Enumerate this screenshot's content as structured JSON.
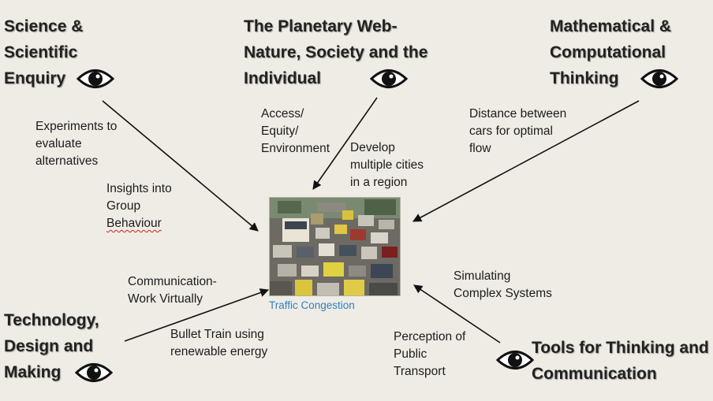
{
  "centre": {
    "caption": "Traffic Congestion"
  },
  "disciplines": {
    "science": {
      "lines": [
        "Science &",
        "Scientific",
        "Enquiry"
      ]
    },
    "planetary": {
      "lines": [
        "The Planetary Web-",
        "Nature, Society and the",
        "Individual"
      ]
    },
    "maths": {
      "lines": [
        "Mathematical &",
        "Computational",
        "Thinking"
      ]
    },
    "technology": {
      "lines": [
        "Technology,",
        "Design and",
        "Making"
      ]
    },
    "tools": {
      "lines": [
        "Tools for Thinking and",
        "Communication"
      ]
    }
  },
  "labels": {
    "experiments": [
      "Experiments to",
      "evaluate",
      "alternatives"
    ],
    "insights": [
      "Insights into",
      "Group",
      "Behaviour"
    ],
    "access": [
      "Access/",
      "Equity/",
      "Environment"
    ],
    "develop": [
      "Develop",
      "multiple cities",
      "in a region"
    ],
    "distance": [
      "Distance between",
      "cars for optimal",
      "flow"
    ],
    "communication": [
      "Communication-",
      "Work Virtually"
    ],
    "bullet": [
      "Bullet Train using",
      "renewable energy"
    ],
    "simulating": [
      "Simulating",
      "Complex  Systems"
    ],
    "perception": [
      "Perception of",
      "Public",
      "Transport"
    ]
  },
  "icons": {
    "discipline_marker": "eye-icon"
  },
  "colors": {
    "background": "#efece5",
    "caption": "#2f7fc2",
    "arrow": "#111111",
    "heading": "#222222"
  }
}
